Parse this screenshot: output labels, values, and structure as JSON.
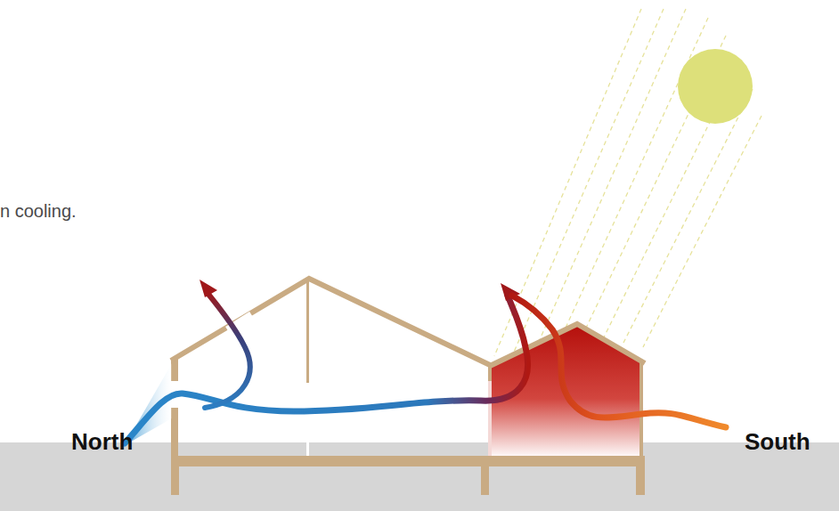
{
  "diagram": {
    "labels": [
      "n cooling.",
      "North",
      "South"
    ]
  }
}
